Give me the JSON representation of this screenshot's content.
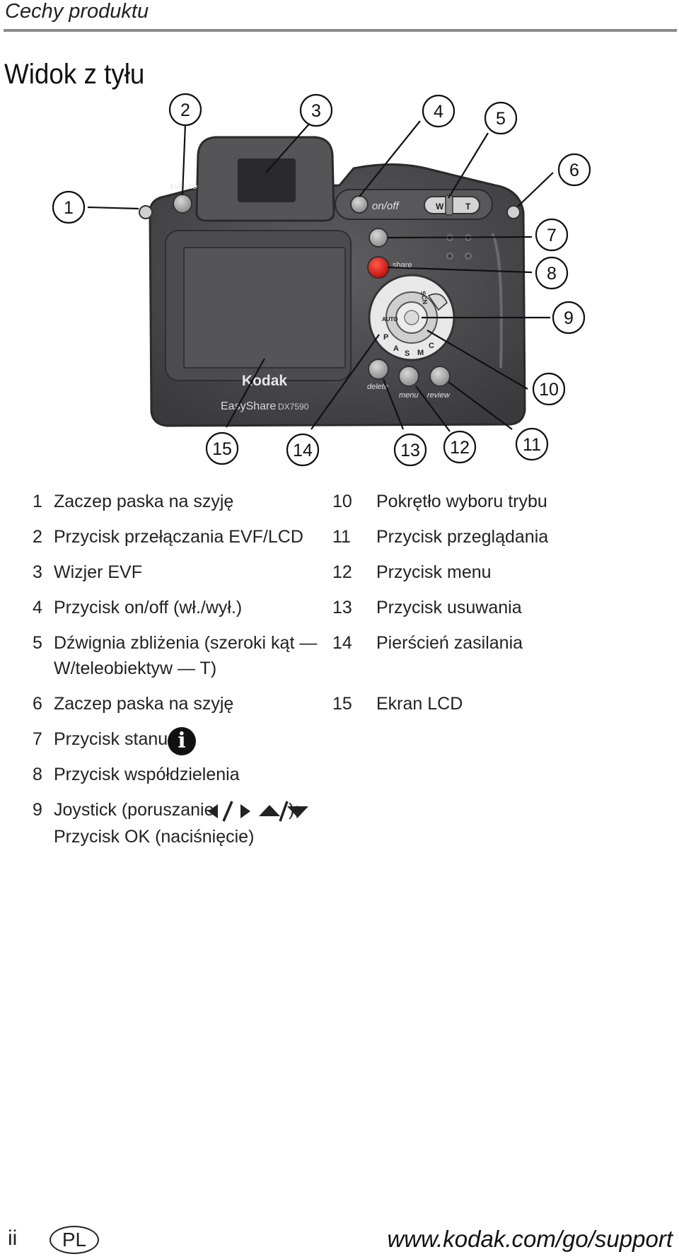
{
  "header": {
    "section_title": "Cechy produktu"
  },
  "page_title": "Widok z tyłu",
  "camera": {
    "evf_lcd_label": "EVF/LCD",
    "onoff_label": "on/off",
    "zoom_w": "W",
    "zoom_t": "T",
    "share_label": "share",
    "delete_label": "delete",
    "menu_label": "menu",
    "review_label": "review",
    "brand": "Kodak",
    "model": "EasyShare",
    "model_number": "DX7590",
    "dial_modes": [
      "AUTO",
      "SCN",
      "P",
      "A",
      "S",
      "M",
      "C"
    ]
  },
  "callouts": [
    "1",
    "2",
    "3",
    "4",
    "5",
    "6",
    "7",
    "8",
    "9",
    "10",
    "11",
    "12",
    "13",
    "14",
    "15"
  ],
  "legend_left": [
    {
      "num": "1",
      "label": "Zaczep paska na szyję"
    },
    {
      "num": "2",
      "label": "Przycisk przełączania EVF/LCD"
    },
    {
      "num": "3",
      "label": "Wizjer EVF"
    },
    {
      "num": "4",
      "label": "Przycisk on/off (wł./wył.)"
    },
    {
      "num": "5",
      "label": "Dźwignia zbliżenia (szeroki kąt —",
      "label2": "W/teleobiektyw — T)"
    },
    {
      "num": "6",
      "label": "Zaczep paska na szyję"
    },
    {
      "num": "7",
      "label": "Przycisk stanu"
    },
    {
      "num": "8",
      "label": "Przycisk współdzielenia"
    },
    {
      "num": "9",
      "label": "Joystick (poruszanie",
      "label_end": ");",
      "label2": "Przycisk OK (naciśnięcie)"
    }
  ],
  "legend_right": [
    {
      "num": "10",
      "label": "Pokrętło wyboru trybu"
    },
    {
      "num": "11",
      "label": "Przycisk przeglądania"
    },
    {
      "num": "12",
      "label": "Przycisk menu"
    },
    {
      "num": "13",
      "label": "Przycisk usuwania"
    },
    {
      "num": "14",
      "label": "Pierścień zasilania"
    },
    {
      "num": "15",
      "label": "Ekran LCD"
    }
  ],
  "info_icon_glyph": "i",
  "footer": {
    "page_number": "ii",
    "language_badge": "PL",
    "url": "www.kodak.com/go/support"
  }
}
